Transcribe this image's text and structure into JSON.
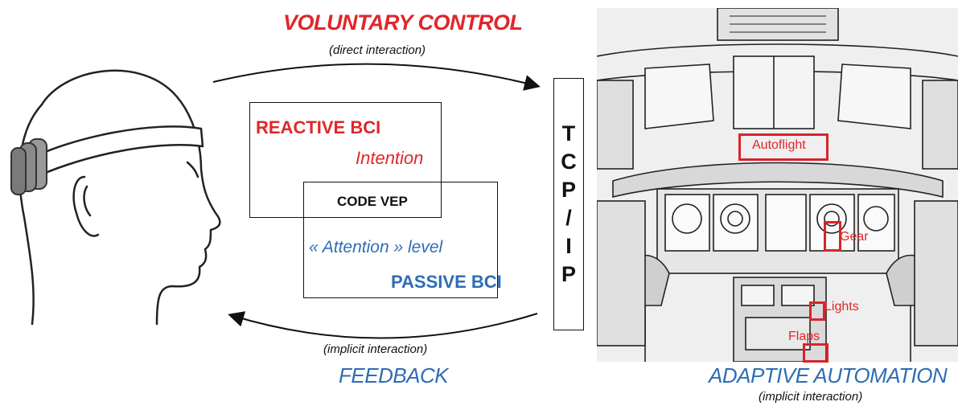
{
  "voluntary": {
    "title": "VOLUNTARY CONTROL",
    "subtitle": "(direct interaction)"
  },
  "feedback": {
    "title": "FEEDBACK",
    "subtitle": "(implicit interaction)"
  },
  "reactive": {
    "title": "REACTIVE BCI",
    "intention": "Intention"
  },
  "code_vep": "CODE VEP",
  "passive": {
    "attention": "« Attention » level",
    "title": "PASSIVE BCI"
  },
  "tcp_letters": [
    "T",
    "C",
    "P",
    "/",
    "I",
    "P"
  ],
  "adaptive": {
    "title": "ADAPTIVE AUTOMATION",
    "subtitle": "(implicit interaction)"
  },
  "cockpit_labels": {
    "autoflight": "Autoflight",
    "gear": "Gear",
    "lights": "Lights",
    "flaps": "Flaps"
  },
  "colors": {
    "red": "#e0262b",
    "blue": "#2e6db4"
  }
}
